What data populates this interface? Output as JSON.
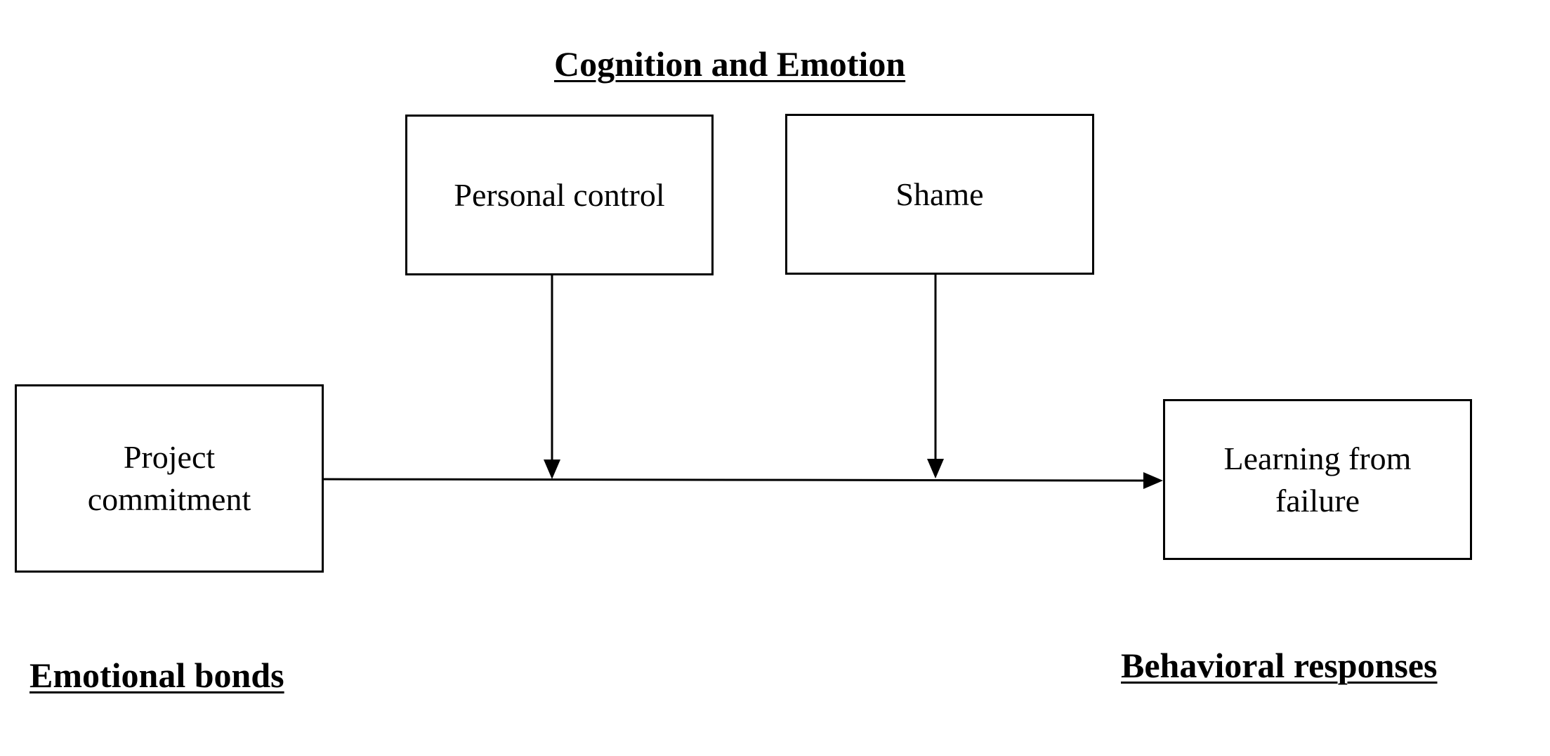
{
  "headings": {
    "cognition_emotion": "Cognition and Emotion",
    "emotional_bonds": "Emotional bonds",
    "behavioral_responses": "Behavioral responses"
  },
  "boxes": {
    "personal_control": {
      "lines": [
        "Personal control"
      ]
    },
    "shame": {
      "lines": [
        "Shame"
      ]
    },
    "project_commitment": {
      "lines": [
        "Project",
        "commitment"
      ]
    },
    "learning_from_failure": {
      "lines": [
        "Learning from",
        "failure"
      ]
    }
  },
  "colors": {
    "stroke": "#000000",
    "background": "#ffffff"
  }
}
